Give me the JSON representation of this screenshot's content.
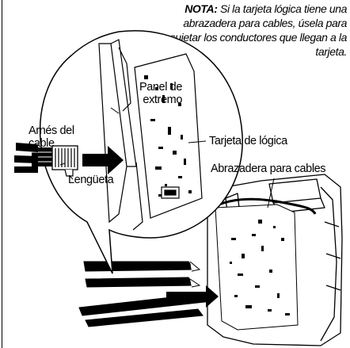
{
  "note": {
    "label": "NOTA:",
    "text": "Si la tarjeta lógica tiene una abrazadera para cables, úsela para sujetar los conductores que llegan a la tarjeta."
  },
  "labels": {
    "panel": "Panel de extremo",
    "arnes": "Arnés del cable",
    "lengueta": "Lengüeta",
    "tarjeta": "Tarjeta de lógica",
    "abrazadera": "Abrazadera para cables"
  }
}
